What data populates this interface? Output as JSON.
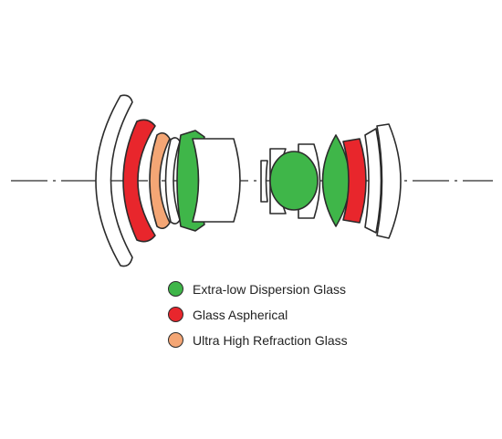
{
  "colors": {
    "outline": "#2b2b2b",
    "white": "#ffffff",
    "extra_low_dispersion": "#3fb649",
    "aspherical": "#e8262c",
    "ultra_high_refraction": "#f4a675"
  },
  "legend": [
    {
      "key": "extra_low_dispersion",
      "label": "Extra-low Dispersion Glass",
      "color": "#3fb649"
    },
    {
      "key": "aspherical",
      "label": "Glass Aspherical",
      "color": "#e8262c"
    },
    {
      "key": "ultra_high_refraction",
      "label": "Ultra High Refraction Glass",
      "color": "#f4a675"
    }
  ]
}
